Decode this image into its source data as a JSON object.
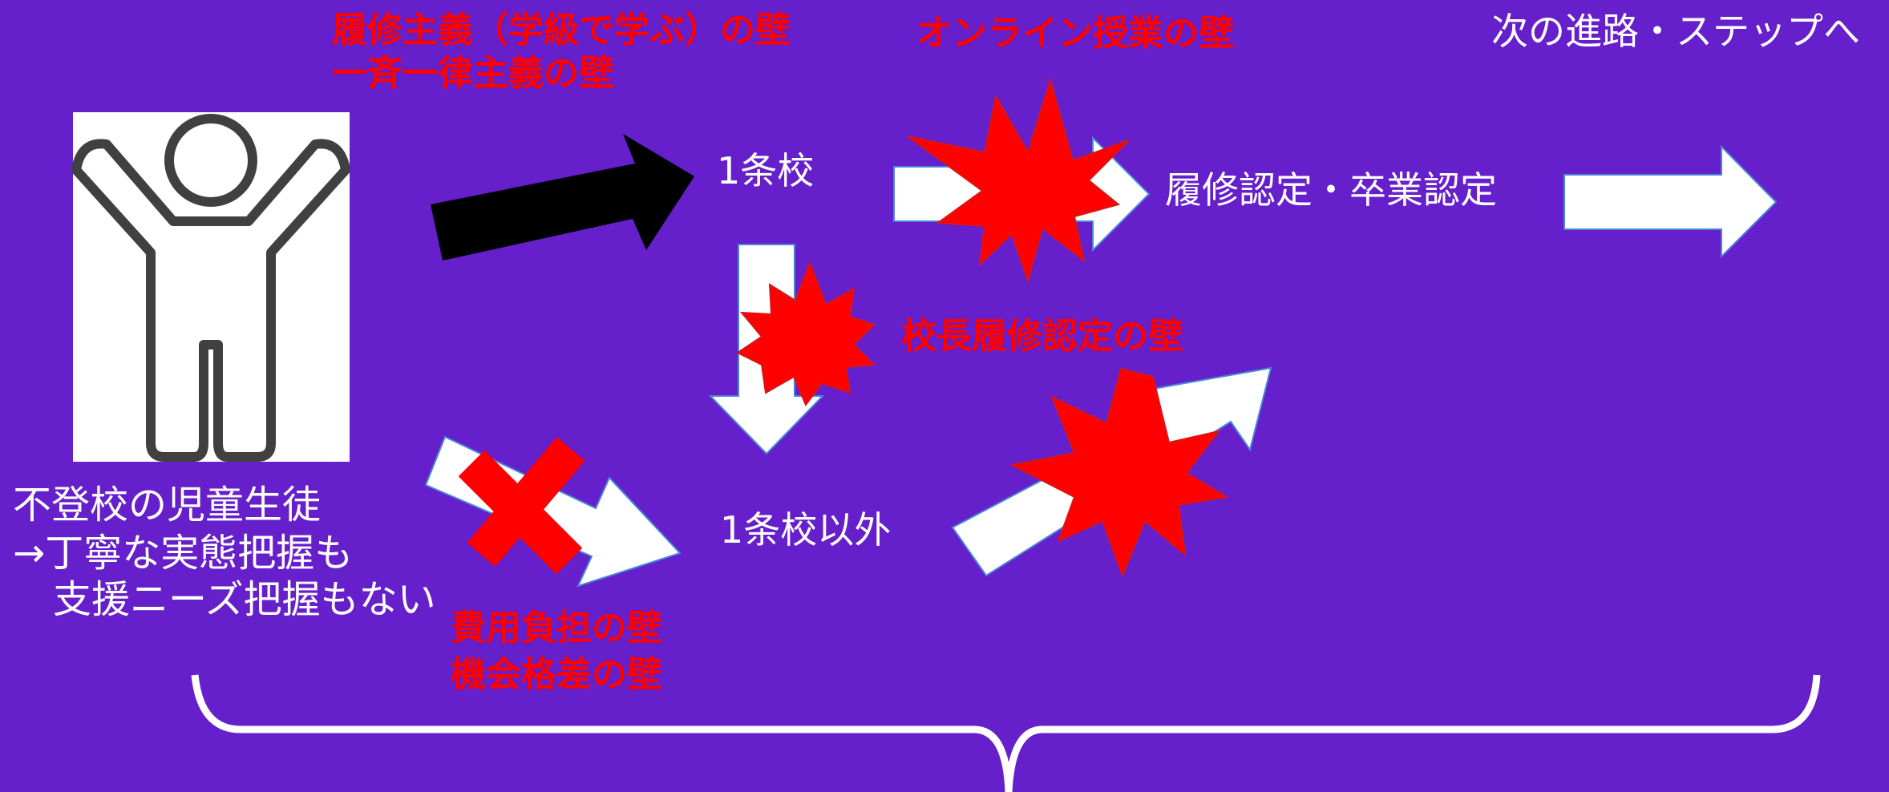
{
  "colors": {
    "background": "#651fcb",
    "barrier": "#ff0000",
    "flow_arrow": "#ffffff",
    "arrow_outline": "#4a86d8",
    "main_arrow": "#000000",
    "figure_stroke": "#404040"
  },
  "icons": {
    "student": "person-arms-raised-icon",
    "blocked": "red-x-icon",
    "barrier": "red-explosion-icon"
  },
  "labels": {
    "student_line1": "不登校の児童生徒",
    "student_line2": "→丁寧な実態把握も",
    "student_line3": "支援ニーズ把握もない",
    "school_article1": "1条校",
    "school_other": "1条校以外",
    "certification": "履修認定・卒業認定",
    "next_step": "次の進路・ステップへ"
  },
  "barriers": {
    "attendance_principle": "履修主義（学級で学ぶ）の壁",
    "uniformity": "一斉一律主義の壁",
    "online_classes": "オンライン授業の壁",
    "principal_certification": "校長履修認定の壁",
    "cost_burden": "費用負担の壁",
    "opportunity_gap": "機会格差の壁"
  }
}
